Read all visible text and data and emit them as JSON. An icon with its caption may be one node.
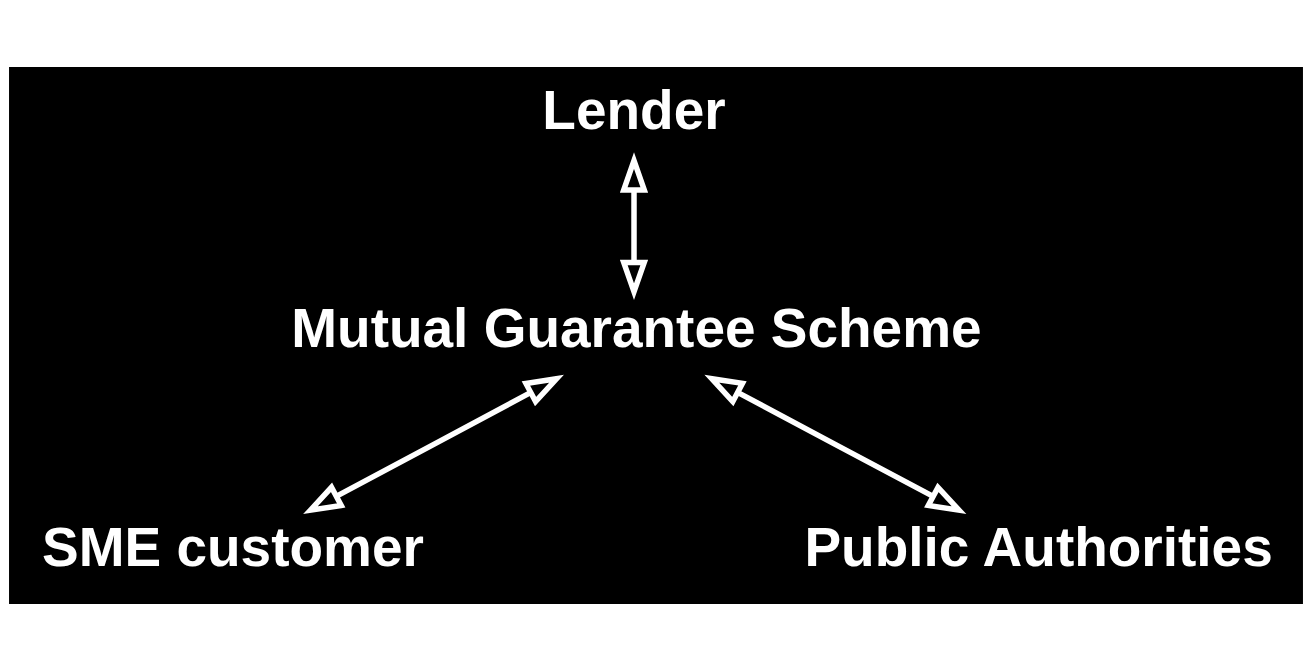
{
  "diagram": {
    "nodes": [
      {
        "text": [
          "Lender"
        ]
      },
      {
        "text": [
          "Mutual Guarantee Scheme"
        ]
      },
      {
        "text": [
          "SME customer"
        ]
      },
      {
        "text": [
          "Public Authorities"
        ]
      }
    ],
    "edges": [
      {
        "from": 0,
        "to": 1,
        "arrow": "both"
      },
      {
        "from": 1,
        "to": 2,
        "arrow": "both"
      },
      {
        "from": 1,
        "to": 3,
        "arrow": "both"
      }
    ]
  }
}
